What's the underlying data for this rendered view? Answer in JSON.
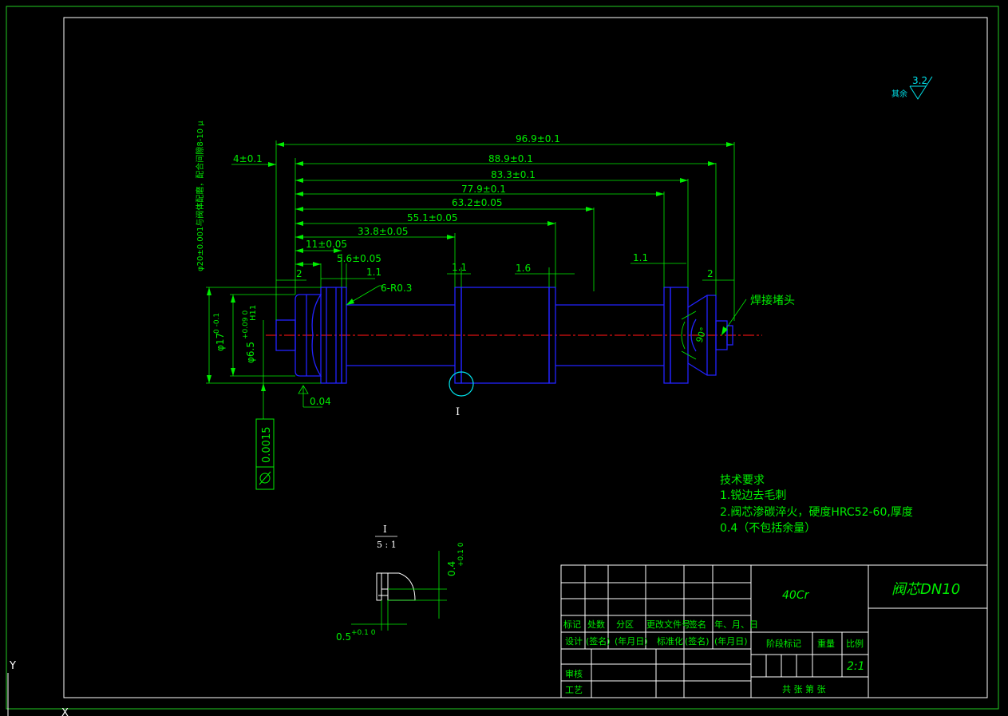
{
  "colors": {
    "background": "#000000",
    "frame": "#22cc22",
    "dimension": "#00ee00",
    "part_outline": "#2222ff",
    "centerline": "#dd1111",
    "cyan": "#00e5ee",
    "white": "#ffffff"
  },
  "surface_roughness": {
    "value": "3.2",
    "note": "其余"
  },
  "dimensions": {
    "d96_9": "96.9±0.1",
    "d88_9": "88.9±0.1",
    "d83_3": "83.3±0.1",
    "d77_9": "77.9±0.1",
    "d63_2": "63.2±0.05",
    "d55_1": "55.1±0.05",
    "d33_8": "33.8±0.05",
    "d11": "11±0.05",
    "d5_6": "5.6±0.05",
    "d4": "4±0.1",
    "d2_left": "2",
    "d1_1_left": "1.1",
    "d1_1_mid": "1.1",
    "d1_6": "1.6",
    "d1_1_right": "1.1",
    "d2_right": "2",
    "radius": "6-R0.3",
    "angle": "90°",
    "vertical_note": "φ20±0.001与阀体配磨，配合间隙8-10 μ",
    "dia17": "φ17",
    "dia17_tol": "0  -0.1",
    "dia6_5": "φ6.5",
    "dia6_5_tol": "+0.09  0",
    "h11": "H11",
    "flatness": "0.04",
    "cylindricity": "0.0015"
  },
  "weld_label": "焊接堵头",
  "detail_marker": "I",
  "detail_view": {
    "title": "I",
    "scale": "5 : 1",
    "depth_dim": "0.4",
    "depth_tol": "+0.1 0",
    "width_dim": "0.5",
    "width_tol": "+0.1 0"
  },
  "tech_requirements": {
    "title": "技术要求",
    "items": [
      "1.锐边去毛刺",
      "2.阀芯渗碳淬火，硬度HRC52-60,厚度",
      "0.4（不包括余量）"
    ]
  },
  "title_block": {
    "material": "40Cr",
    "part_name": "阀芯DN10",
    "row_marks": [
      "标记",
      "处数",
      "分区",
      "更改文件号",
      "签名",
      "年、月、日"
    ],
    "row_design": [
      "设计",
      "(签名)",
      "(年月日)",
      "标准化",
      "(签名)",
      "(年月日)"
    ],
    "review": "审核",
    "process": "工艺",
    "stage_mark": "阶段标记",
    "weight": "重量",
    "ratio": "比例",
    "scale_value": "2:1",
    "sheets": "共  张  第  张"
  },
  "ucs": {
    "y": "Y",
    "x": "X"
  }
}
